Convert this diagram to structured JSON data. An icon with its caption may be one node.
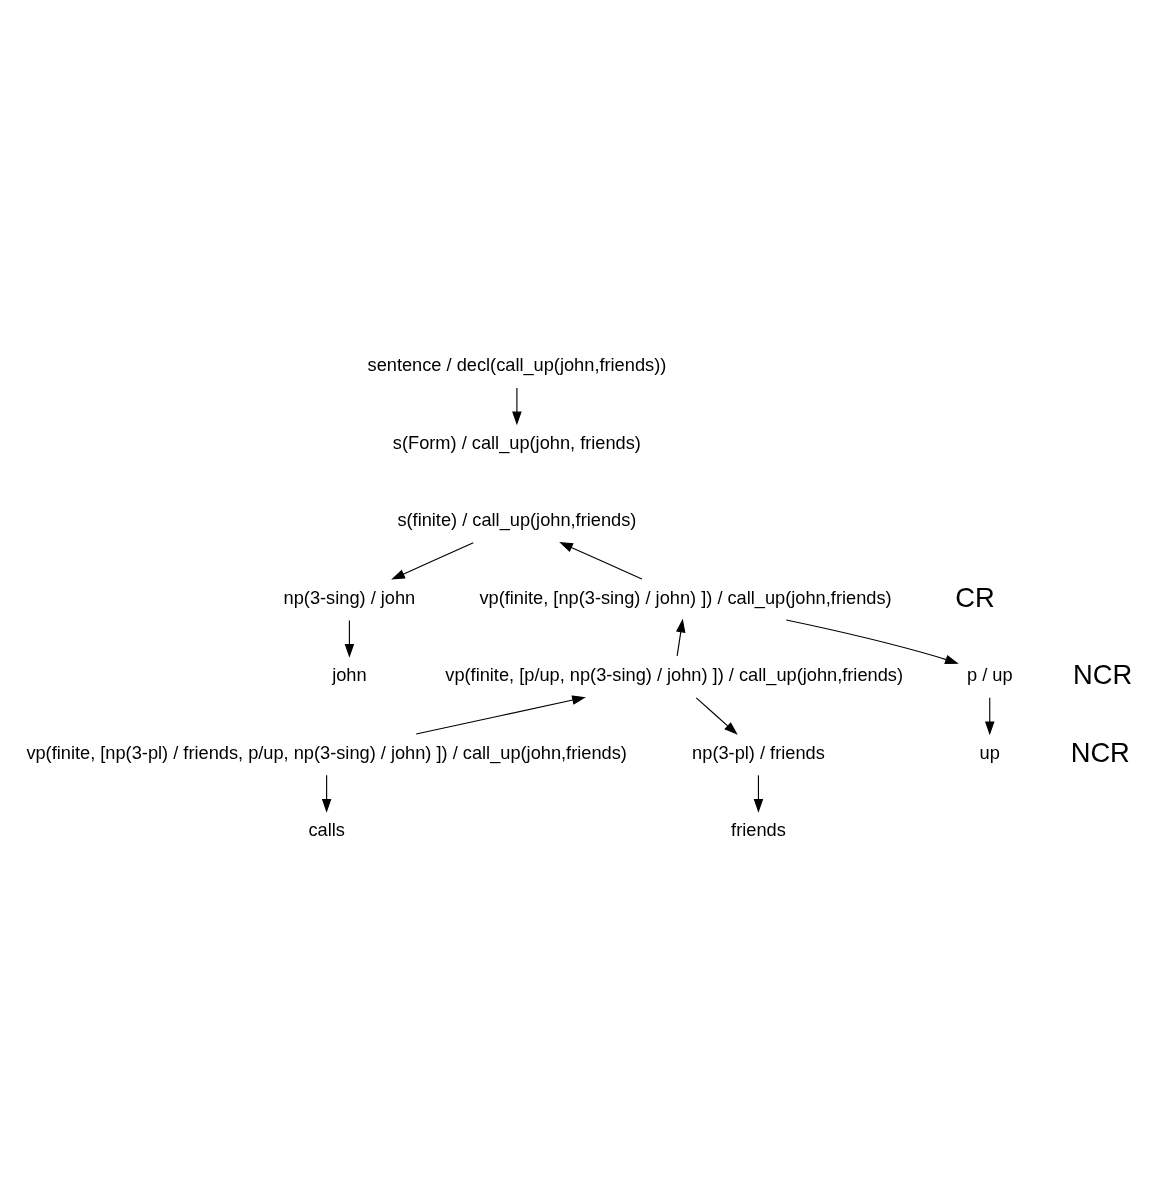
{
  "diagram": {
    "nodes": [
      {
        "text": [
          "sentence / decl(call_up(john,friends))"
        ]
      },
      {
        "text": [
          "s(Form) / call_up(john, friends)"
        ]
      },
      {
        "text": [
          "s(finite) / call_up(john,friends)"
        ]
      },
      {
        "text": [
          "np(3-sing) / john"
        ]
      },
      {
        "text": [
          "vp(finite, [np(3-sing) / john) ]) / call_up(john,friends)"
        ]
      },
      {
        "text": [
          "john"
        ]
      },
      {
        "text": [
          "vp(finite, [p/up, np(3-sing) / john) ]) / call_up(john,friends)"
        ]
      },
      {
        "text": [
          "p / up"
        ]
      },
      {
        "text": [
          "vp(finite, [np(3-pl) / friends, p/up, np(3-sing) / john) ]) / call_up(john,friends)"
        ]
      },
      {
        "text": [
          "np(3-pl) / friends"
        ]
      },
      {
        "text": [
          "up"
        ]
      },
      {
        "text": [
          "calls"
        ]
      },
      {
        "text": [
          "friends"
        ]
      }
    ],
    "edges": [
      {
        "from": 0,
        "to": 1,
        "arrow": "to"
      },
      {
        "from": 2,
        "to": 3,
        "arrow": "to"
      },
      {
        "from": 4,
        "to": 2,
        "arrow": "to"
      },
      {
        "from": 3,
        "to": 5,
        "arrow": "to"
      },
      {
        "from": 6,
        "to": 4,
        "arrow": "to"
      },
      {
        "from": 4,
        "to": 7,
        "arrow": "to"
      },
      {
        "from": 8,
        "to": 6,
        "arrow": "to"
      },
      {
        "from": 6,
        "to": 9,
        "arrow": "to"
      },
      {
        "from": 7,
        "to": 10,
        "arrow": "to"
      },
      {
        "from": 8,
        "to": 11,
        "arrow": "to"
      },
      {
        "from": 9,
        "to": 12,
        "arrow": "to"
      }
    ],
    "labels": [
      "CR",
      "NCR",
      "NCR"
    ]
  }
}
